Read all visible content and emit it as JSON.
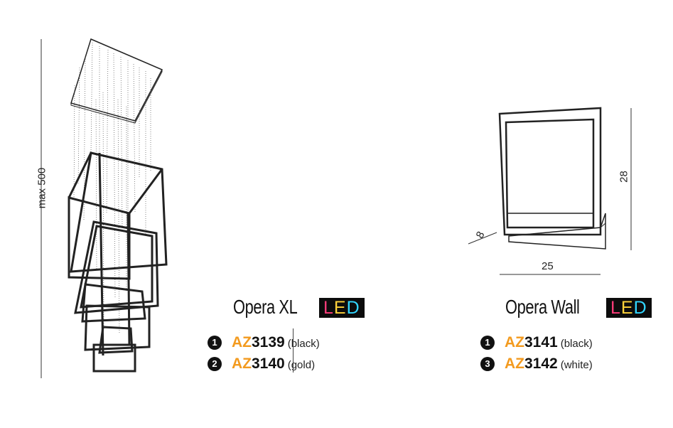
{
  "dimensions": {
    "xl_height": "max 500",
    "wall_height": "28",
    "wall_width": "25",
    "wall_depth": "8"
  },
  "products": [
    {
      "title": "Opera XL",
      "badge": [
        "L",
        "E",
        "D"
      ],
      "variants": [
        {
          "num": "1",
          "prefix": "AZ",
          "code": "3139",
          "finish": "(black)"
        },
        {
          "num": "2",
          "prefix": "AZ",
          "code": "3140",
          "finish": "(gold)"
        }
      ]
    },
    {
      "title": "Opera Wall",
      "badge": [
        "L",
        "E",
        "D"
      ],
      "variants": [
        {
          "num": "1",
          "prefix": "AZ",
          "code": "3141",
          "finish": "(black)"
        },
        {
          "num": "3",
          "prefix": "AZ",
          "code": "3142",
          "finish": "(white)"
        }
      ]
    }
  ],
  "colors": {
    "prefix": "#f39a1e",
    "badge_background": "#0c0c0c",
    "badge_letters": [
      "#ff3d7a",
      "#ffd23a",
      "#32d6ff"
    ]
  }
}
